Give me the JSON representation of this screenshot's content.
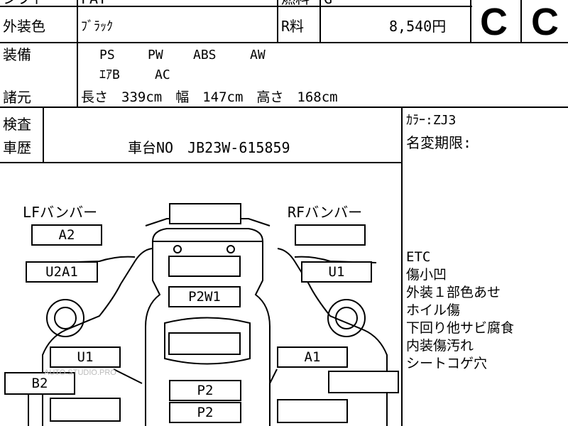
{
  "header": {
    "row1_label": "シフト",
    "row1_value": "FAT",
    "fuel_label": "燃料",
    "fuel_value": "G",
    "ext_color_label": "外装色",
    "ext_color_value": "ﾌﾞﾗｯｸ",
    "recycle_label": "R料",
    "recycle_value": "8,540円",
    "grade1": "C",
    "grade2": "C"
  },
  "specs": {
    "equip_label": "装備",
    "equip_line1": [
      "PS",
      "PW",
      "ABS",
      "AW"
    ],
    "equip_line2": [
      "ｴｱB",
      "AC"
    ],
    "dims_label": "諸元",
    "dims": "長さ　339cm　幅　147cm　高さ　168cm"
  },
  "inspection": {
    "inspect_label": "検査",
    "history_label": "車歴",
    "chassis": "車台NO　JB23W-615859"
  },
  "right_panel": {
    "color_code": "ｶﾗｰ:ZJ3",
    "expiry": "名変期限:",
    "notes": [
      "ETC",
      "傷小凹",
      "外装１部色あせ",
      "ホイル傷",
      "下回り他サビ腐食",
      "内装傷汚れ",
      "シートコゲ穴"
    ]
  },
  "diagram": {
    "lf_bumper": "LFバンバー",
    "rf_bumper": "RFバンバー",
    "lf_code": "A2",
    "lf_side_code": "U2A1",
    "rf_side_code": "U1",
    "center_code": "P2W1",
    "left_door_code": "U1",
    "right_door_code": "A1",
    "left_sill_code": "B2",
    "rear_code_1": "P2",
    "rear_code_2": "P2"
  },
  "watermark": "AUTO STUDIO.PRO"
}
